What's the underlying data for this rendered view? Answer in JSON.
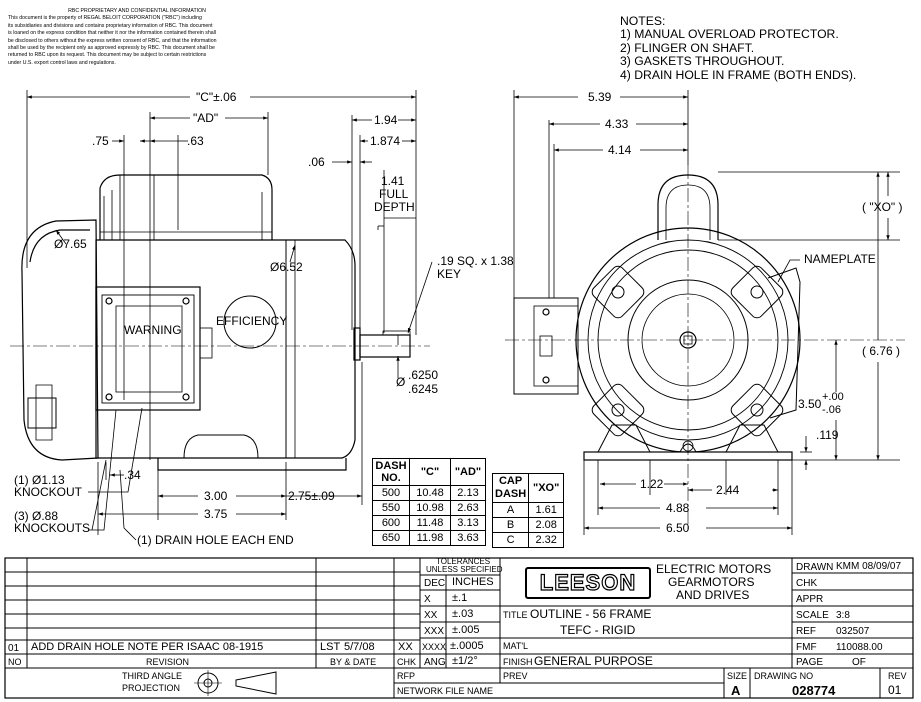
{
  "proprietary": {
    "heading": "RBC PROPRIETARY AND CONFIDENTIAL INFORMATION",
    "lines": [
      "This document is the property of REGAL BELOIT CORPORATION (\"RBC\") including",
      "its subsidiaries and divisions and contains proprietary information of RBC.  This document",
      "is loaned on the express condition that neither it nor the information contained therein shall",
      "be disclosed to others without the express written consent of RBC, and that the information",
      "shall be used by the recipient only as approved expressly by RBC.  This document shall be",
      "returned to RBC upon its request.  This document may be subject to certain restrictions",
      "under U.S. export control laws and regulations."
    ]
  },
  "notes": {
    "title": "NOTES:",
    "items": [
      "1) MANUAL OVERLOAD PROTECTOR.",
      "2) FLINGER ON SHAFT.",
      "3) GASKETS THROUGHOUT.",
      "4) DRAIN HOLE IN FRAME (BOTH ENDS)."
    ]
  },
  "dims": {
    "c": "\"C\"±.06",
    "ad": "\"AD\"",
    "d075": ".75",
    "d063": ".63",
    "d194": "1.94",
    "d1874": "1.874",
    "d006": ".06",
    "d141": "1.41",
    "full": "FULL",
    "depth": "DEPTH",
    "dia765": "Ø7.65",
    "dia652": "Ø6.52",
    "key1": ".19 SQ. x 1.38",
    "key2": "KEY",
    "shaft1": ".6250",
    "shaft2": ".6245",
    "shaftdia": "Ø",
    "warning": "WARNING",
    "efficiency": "EFFICIENCY",
    "d034": ".34",
    "d300": "3.00",
    "d275": "2.75±.09",
    "d375": "3.75",
    "ko1a": "(1) Ø1.13",
    "ko1b": "KNOCKOUT",
    "ko3a": "(3) Ø.88",
    "ko3b": "KNOCKOUTS",
    "drain": "(1) DRAIN HOLE EACH END",
    "d539": "5.39",
    "d433": "4.33",
    "d414": "4.14",
    "xo": "( \"XO\" )",
    "nameplate": "NAMEPLATE",
    "d676": "( 6.76 )",
    "d350": "3.50",
    "tol_plus": "+.00",
    "tol_minus": "-.06",
    "d0119": ".119",
    "d122": "1.22",
    "d244": "2.44",
    "d488": "4.88",
    "d650": "6.50"
  },
  "dash_table": {
    "headers": [
      "DASH NO.",
      "\"C\"",
      "\"AD\""
    ],
    "rows": [
      [
        "500",
        "10.48",
        "2.13"
      ],
      [
        "550",
        "10.98",
        "2.63"
      ],
      [
        "600",
        "11.48",
        "3.13"
      ],
      [
        "650",
        "11.98",
        "3.63"
      ]
    ]
  },
  "cap_table": {
    "headers": [
      "CAP DASH",
      "\"XO\""
    ],
    "rows": [
      [
        "A",
        "1.61"
      ],
      [
        "B",
        "2.08"
      ],
      [
        "C",
        "2.32"
      ]
    ]
  },
  "title_block": {
    "tolerances": "TOLERANCES",
    "unless": "UNLESS SPECIFIED",
    "dec": "DEC",
    "inches": "INCHES",
    "x": "X",
    "x_val": "±.1",
    "xx": "XX",
    "xx_val": "±.03",
    "xxx": "XXX",
    "xxx_val": "±.005",
    "xxxx": "XXXX",
    "xxxx_val": "±.0005",
    "ang": "ANG",
    "ang_val": "±1/2°",
    "brand": "LEESON",
    "company1": "ELECTRIC MOTORS",
    "company2": "GEARMOTORS",
    "company3": "AND DRIVES",
    "drawn_lbl": "DRAWN",
    "drawn_val": "KMM 08/09/07",
    "chk_lbl": "CHK",
    "appr_lbl": "APPR",
    "scale_lbl": "SCALE",
    "scale_val": "3:8",
    "ref_lbl": "REF",
    "ref_val": "032507",
    "fmf_lbl": "FMF",
    "fmf_val": "110088.00",
    "page_lbl": "PAGE",
    "of_lbl": "OF",
    "title_lbl": "TITLE",
    "title1": "OUTLINE - 56 FRAME",
    "title2": "TEFC - RIGID",
    "matl_lbl": "MAT'L",
    "finish_lbl": "FINISH",
    "finish_val": "GENERAL PURPOSE",
    "prev_lbl": "PREV",
    "rfp_lbl": "RFP",
    "network_lbl": "NETWORK FILE NAME",
    "size_lbl": "SIZE",
    "size_val": "A",
    "drawing_no_lbl": "DRAWING NO",
    "drawing_no_val": "028774",
    "rev_lbl": "REV",
    "rev_val": "01",
    "third_angle1": "THIRD ANGLE",
    "third_angle2": "PROJECTION",
    "rev_row": {
      "no": "01",
      "text": "ADD DRAIN HOLE NOTE PER ISAAC 08-1915",
      "by": "LST",
      "date": "5/7/08",
      "chk": "XX"
    },
    "no_lbl": "NO",
    "revision_lbl": "REVISION",
    "bydate_lbl": "BY & DATE",
    "chk_col_lbl": "CHK"
  }
}
